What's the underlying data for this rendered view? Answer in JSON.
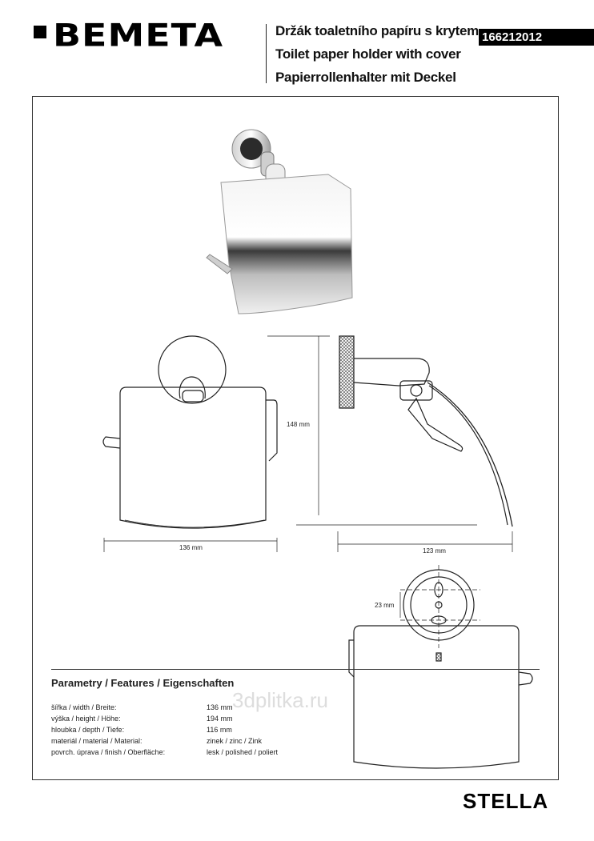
{
  "header": {
    "brand": "BEMETA",
    "titles": [
      "Držák toaletního papíru s krytem",
      "Toilet paper holder with cover",
      "Papierrollenhalter mit Deckel"
    ],
    "product_code": "166212012"
  },
  "drawing": {
    "width_dim": "136  mm",
    "height_dim": "148 mm",
    "depth_dim": "123  mm",
    "hole_dim": "23 mm"
  },
  "features": {
    "title": "Parametry / Features / Eigenschaften",
    "rows": [
      {
        "label": "šířka / width / Breite:",
        "value": "136 mm"
      },
      {
        "label": "výška / height / Höhe:",
        "value": "194 mm"
      },
      {
        "label": "hloubka / depth / Tiefe:",
        "value": "116 mm"
      },
      {
        "label": "materiál / material / Material:",
        "value": "zinek / zinc / Zink"
      },
      {
        "label": "povrch. úprava / finish / Oberfläche:",
        "value": "lesk / polished / poliert"
      }
    ]
  },
  "watermark": "3dplitka.ru",
  "series_name": "STELLA"
}
